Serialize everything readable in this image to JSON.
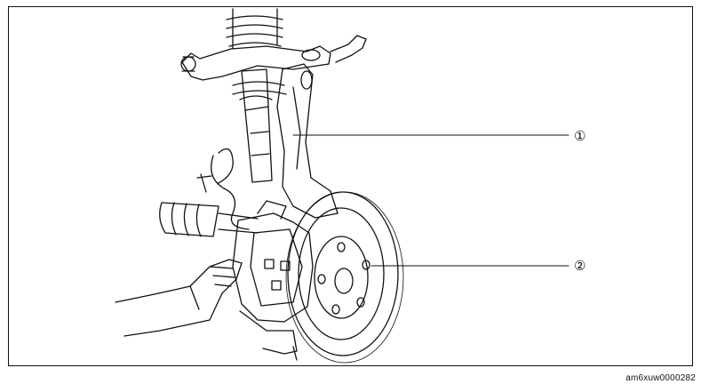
{
  "callouts": [
    {
      "id": "1",
      "label": "①"
    },
    {
      "id": "2",
      "label": "②"
    }
  ],
  "image_code": "am6xuw0000282",
  "colors": {
    "ink": "#111111",
    "paper": "#ffffff"
  }
}
